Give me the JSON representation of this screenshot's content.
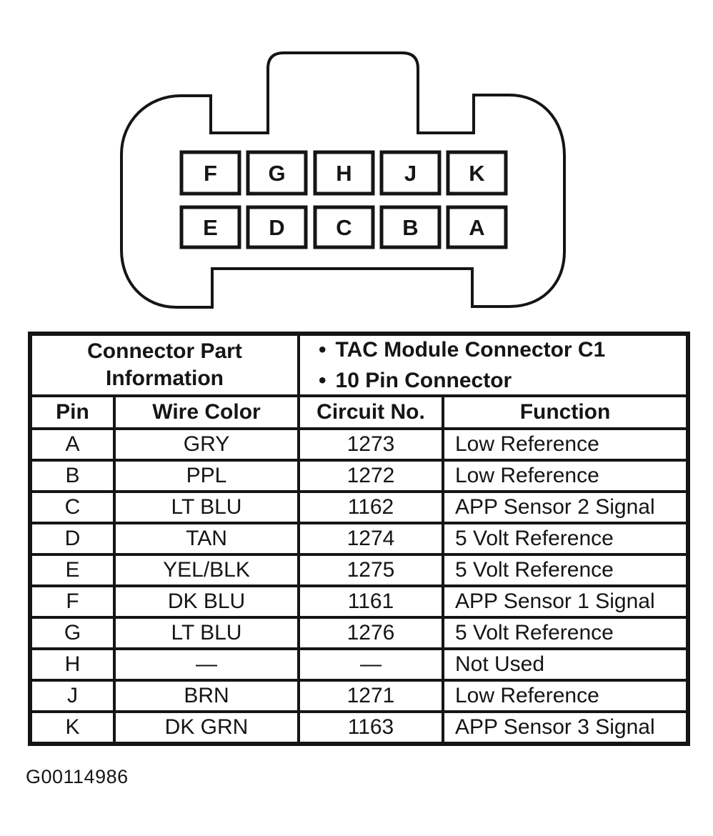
{
  "colors": {
    "ink": "#151515",
    "background": "#ffffff"
  },
  "connector": {
    "pin_rows": [
      {
        "labels": [
          "F",
          "G",
          "H",
          "J",
          "K"
        ]
      },
      {
        "labels": [
          "E",
          "D",
          "C",
          "B",
          "A"
        ]
      }
    ]
  },
  "table": {
    "part_info_title": "Connector Part Information",
    "bullet_glyph": "•",
    "bullets": [
      "TAC Module Connector C1",
      "10 Pin Connector"
    ],
    "columns": [
      "Pin",
      "Wire Color",
      "Circuit No.",
      "Function"
    ],
    "rows": [
      [
        "A",
        "GRY",
        "1273",
        "Low Reference"
      ],
      [
        "B",
        "PPL",
        "1272",
        "Low Reference"
      ],
      [
        "C",
        "LT BLU",
        "1162",
        "APP Sensor 2 Signal"
      ],
      [
        "D",
        "TAN",
        "1274",
        "5 Volt Reference"
      ],
      [
        "E",
        "YEL/BLK",
        "1275",
        "5 Volt Reference"
      ],
      [
        "F",
        "DK BLU",
        "1161",
        "APP Sensor 1 Signal"
      ],
      [
        "G",
        "LT BLU",
        "1276",
        "5 Volt Reference"
      ],
      [
        "H",
        "—",
        "—",
        "Not Used"
      ],
      [
        "J",
        "BRN",
        "1271",
        "Low Reference"
      ],
      [
        "K",
        "DK GRN",
        "1163",
        "APP Sensor 3 Signal"
      ]
    ]
  },
  "footer": {
    "figure_id": "G00114986"
  }
}
